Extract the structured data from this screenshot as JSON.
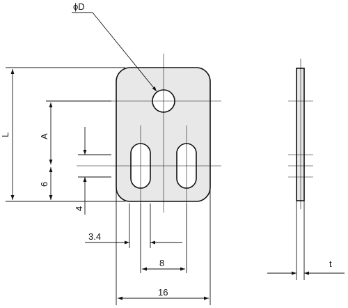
{
  "colors": {
    "part_fill": "#e8e8e8",
    "line": "#111111",
    "background": "#ffffff"
  },
  "labels": {
    "phi_d": "ϕD",
    "l": "L",
    "a": "A",
    "six": "6",
    "four": "4",
    "three_four": "3.4",
    "eight": "8",
    "sixteen": "16",
    "t": "t"
  }
}
